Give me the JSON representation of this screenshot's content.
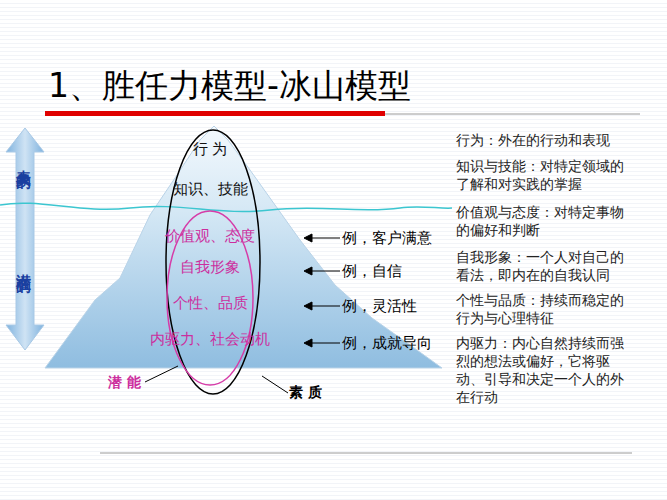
{
  "diagram": {
    "title": "1、胜任力模型-冰山模型",
    "labels": [
      "表象的",
      "潜在的",
      "行 为",
      "知识、技能",
      "价值观、态度",
      "自我形象",
      "个性、品质",
      "内驱力、社会动机",
      "例，客户满意",
      "例，自信",
      "例，灵活性",
      "例，成就导向",
      "潜 能",
      "素 质",
      "行为：外在的行动和表现",
      "知识与技能：对特定领域的了解和对实践的掌握",
      "价值观与态度：对特定事物的偏好和判断",
      "自我形象：一个人对自己的看法，即内在的自我认同",
      "个性与品质：持续而稳定的行为与心理特征",
      "内驱力：内心自然持续而强烈的想法或偏好，它将驱动、引导和决定一个人的外在行动"
    ]
  }
}
